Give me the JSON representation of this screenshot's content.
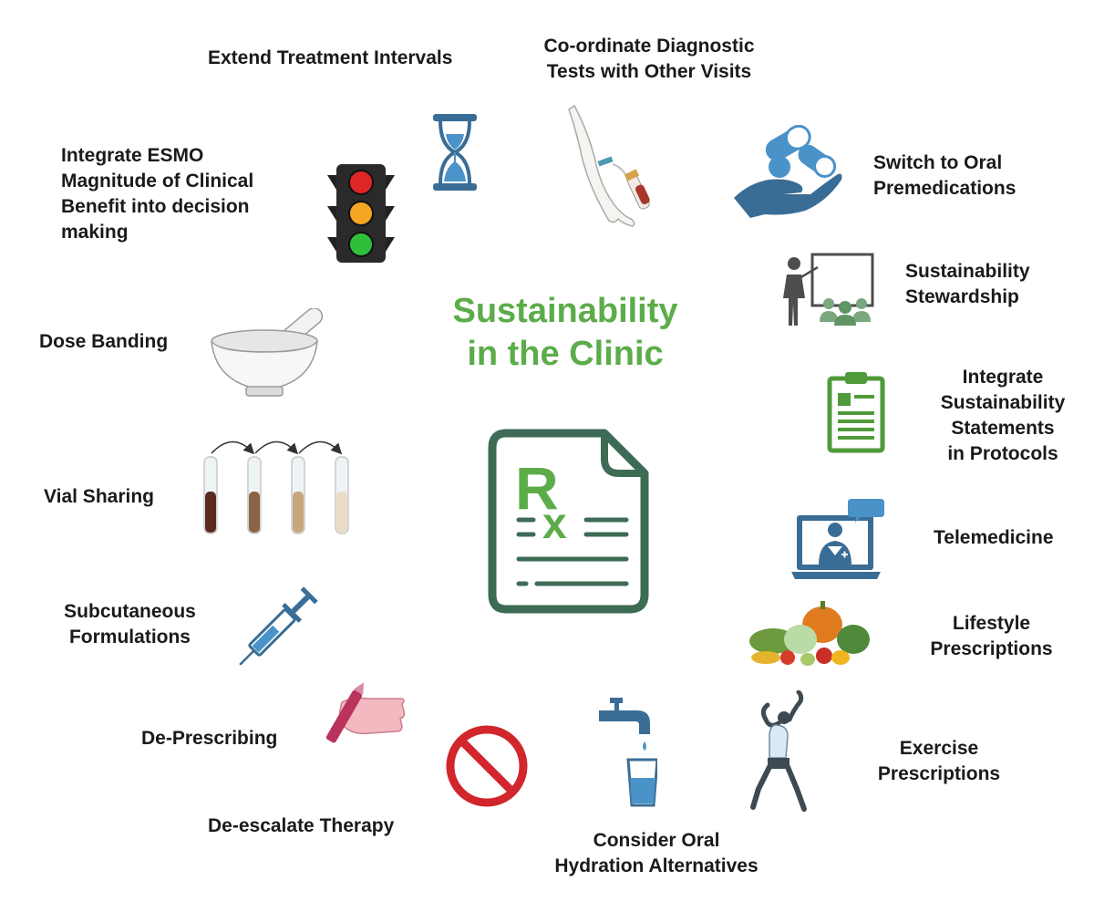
{
  "title": "Sustainability\nin the Clinic",
  "center_icon": "prescription-rx-document-icon",
  "items": {
    "extend_treatment_intervals": "Extend Treatment Intervals",
    "coordinate_diagnostic_tests": "Co-ordinate Diagnostic\nTests with Other Visits",
    "switch_oral_premedications": "Switch to Oral\nPremedications",
    "sustainability_stewardship": "Sustainability\nStewardship",
    "integrate_statements": "Integrate\nSustainability\nStatements\nin Protocols",
    "telemedicine": "Telemedicine",
    "lifestyle_prescriptions": "Lifestyle\nPrescriptions",
    "exercise_prescriptions": "Exercise\nPrescriptions",
    "oral_hydration": "Consider Oral\nHydration Alternatives",
    "de_escalate": "De-escalate Therapy",
    "de_prescribing": "De-Prescribing",
    "subcutaneous": "Subcutaneous\nFormulations",
    "vial_sharing": "Vial Sharing",
    "dose_banding": "Dose Banding",
    "integrate_esmo": "Integrate ESMO\nMagnitude of Clinical\nBenefit into decision\nmaking"
  },
  "icons": {
    "extend_treatment_intervals": "hourglass-icon",
    "coordinate_diagnostic_tests": "arm-blood-draw-icon",
    "switch_oral_premedications": "hand-with-pills-icon",
    "sustainability_stewardship": "teacher-presentation-icon",
    "integrate_statements": "clipboard-icon",
    "telemedicine": "laptop-doctor-icon",
    "lifestyle_prescriptions": "vegetables-icon",
    "exercise_prescriptions": "stretching-woman-icon",
    "oral_hydration": "tap-water-glass-icon",
    "de_escalate": "prohibition-sign-icon",
    "de_prescribing": "hand-writing-pen-icon",
    "subcutaneous": "syringe-icon",
    "vial_sharing": "test-tubes-icon",
    "dose_banding": "mortar-pestle-icon",
    "integrate_esmo": "traffic-light-icon"
  },
  "colors": {
    "title_green": "#5cac4a",
    "rx_dark_green": "#3d6b55",
    "icon_blue": "#3a6d96",
    "clipboard_green": "#4f9a3a",
    "stop_red": "#d1262b"
  }
}
